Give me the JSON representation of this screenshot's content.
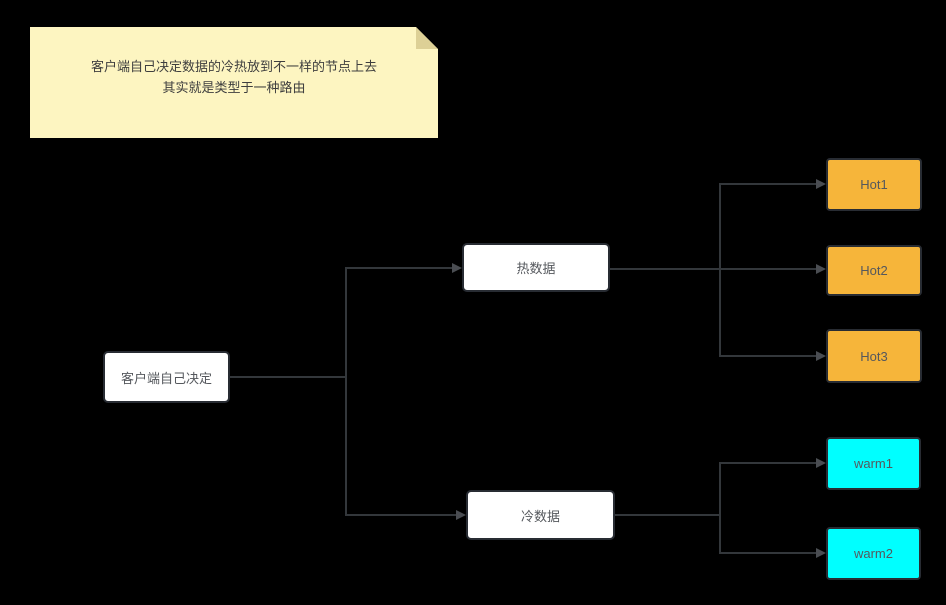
{
  "note": {
    "line1": "客户端自己决定数据的冷热放到不一样的节点上去",
    "line2": "其实就是类型于一种路由"
  },
  "nodes": {
    "client": {
      "label": "客户端自己决定"
    },
    "hot_data": {
      "label": "热数据"
    },
    "cold_data": {
      "label": "冷数据"
    },
    "hot1": {
      "label": "Hot1"
    },
    "hot2": {
      "label": "Hot2"
    },
    "hot3": {
      "label": "Hot3"
    },
    "warm1": {
      "label": "warm1"
    },
    "warm2": {
      "label": "warm2"
    }
  },
  "colors": {
    "canvas_bg": "#000000",
    "edge": "#33373b",
    "arrow": "#4a4d52",
    "node_border": "#282c33",
    "node_white_bg": "#ffffff",
    "node_text": "#55585d",
    "hot_fill": "#f6b53a",
    "warm_fill": "#00ffff",
    "note_fill": "#fdf5c1",
    "note_fold": "#ddd096",
    "note_text": "#3e3e3e"
  }
}
